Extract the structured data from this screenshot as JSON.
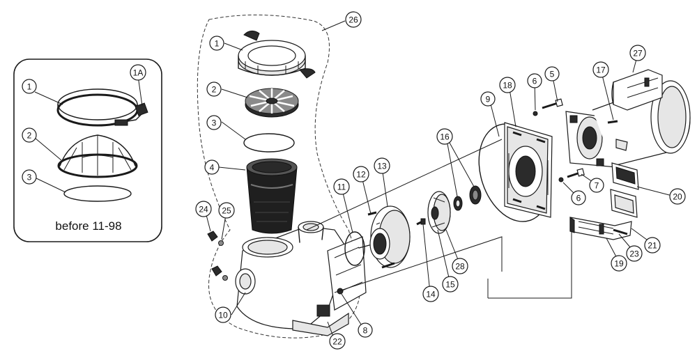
{
  "inset": {
    "caption": "before 11-98"
  },
  "callouts": [
    {
      "id": "in-1",
      "label": "1"
    },
    {
      "id": "in-1a",
      "label": "1A"
    },
    {
      "id": "in-2",
      "label": "2"
    },
    {
      "id": "in-3",
      "label": "3"
    },
    {
      "id": "m-26",
      "label": "26"
    },
    {
      "id": "m-1",
      "label": "1"
    },
    {
      "id": "m-2",
      "label": "2"
    },
    {
      "id": "m-3",
      "label": "3"
    },
    {
      "id": "m-4",
      "label": "4"
    },
    {
      "id": "m-24",
      "label": "24"
    },
    {
      "id": "m-25",
      "label": "25"
    },
    {
      "id": "m-10",
      "label": "10"
    },
    {
      "id": "m-22",
      "label": "22"
    },
    {
      "id": "m-8",
      "label": "8"
    },
    {
      "id": "m-11",
      "label": "11"
    },
    {
      "id": "m-12",
      "label": "12"
    },
    {
      "id": "m-13",
      "label": "13"
    },
    {
      "id": "m-14",
      "label": "14"
    },
    {
      "id": "m-15",
      "label": "15"
    },
    {
      "id": "m-16",
      "label": "16"
    },
    {
      "id": "m-28",
      "label": "28"
    },
    {
      "id": "m-9",
      "label": "9"
    },
    {
      "id": "m-18",
      "label": "18"
    },
    {
      "id": "m-6a",
      "label": "6"
    },
    {
      "id": "m-5",
      "label": "5"
    },
    {
      "id": "m-6b",
      "label": "6"
    },
    {
      "id": "m-7",
      "label": "7"
    },
    {
      "id": "m-17",
      "label": "17"
    },
    {
      "id": "m-27",
      "label": "27"
    },
    {
      "id": "m-20",
      "label": "20"
    },
    {
      "id": "m-21",
      "label": "21"
    },
    {
      "id": "m-23",
      "label": "23"
    },
    {
      "id": "m-19",
      "label": "19"
    }
  ]
}
